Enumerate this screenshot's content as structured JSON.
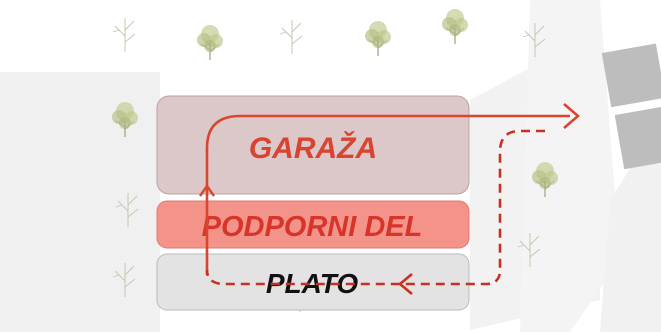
{
  "diagram": {
    "blocks": [
      {
        "id": "garaza",
        "label": "GARAŽA",
        "fill": "#dcc8c8",
        "stroke": "#b9a3a3",
        "text_color": "#d9432f"
      },
      {
        "id": "podporni_del",
        "label": "PODPORNI DEL",
        "fill": "#f4938a",
        "stroke": "#e07a70",
        "text_color": "#d8352a"
      },
      {
        "id": "plato",
        "label": "PLATO",
        "fill": "#e3e3e3",
        "stroke": "#b9b9b9",
        "text_color": "#111111"
      }
    ],
    "paths": {
      "solid_color": "#d9452f",
      "dashed_color": "#c9301f"
    },
    "background_shapes_color": "#efefef",
    "building_color": "#bdbdbd",
    "tree_icon": "tree-icon"
  }
}
